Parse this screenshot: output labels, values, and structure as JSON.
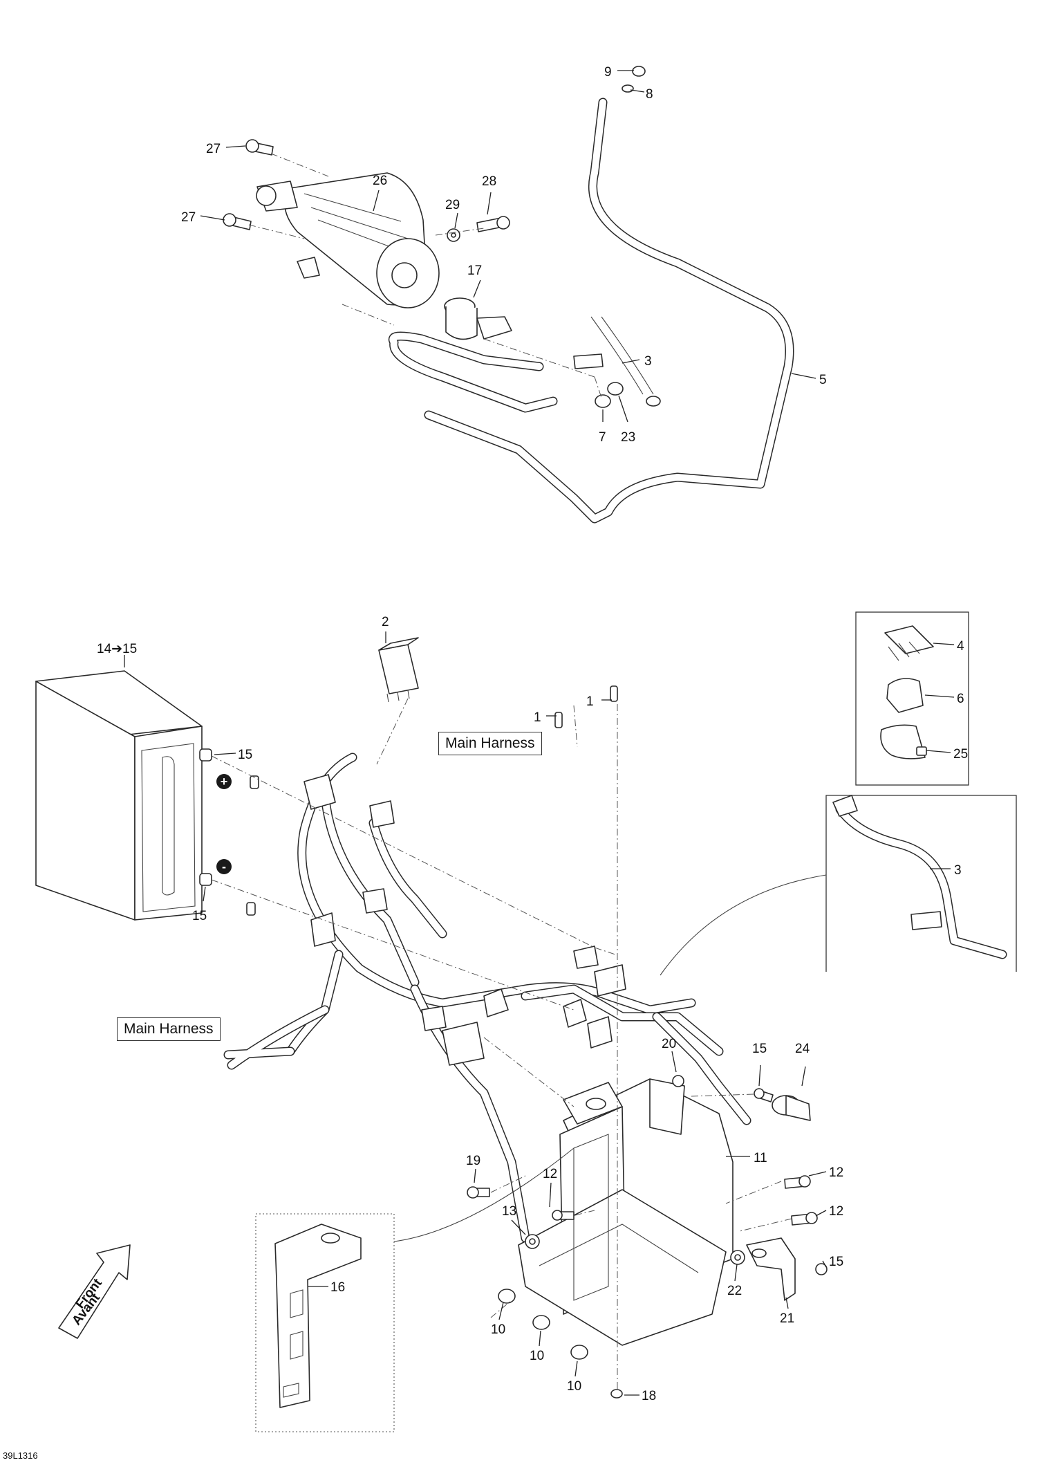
{
  "drawing_code": "39L1316",
  "harness_labels": [
    "Main Harness",
    "Main Harness"
  ],
  "direction_arrow": {
    "line1": "Front",
    "line2": "Avant"
  },
  "battery_reference": "14➔15",
  "battery_terminals": {
    "positive": "+",
    "negative": "-"
  },
  "callouts": {
    "c9": "9",
    "c8": "8",
    "c27a": "27",
    "c27b": "27",
    "c26": "26",
    "c28": "28",
    "c29": "29",
    "c17": "17",
    "c3a": "3",
    "c5": "5",
    "c7": "7",
    "c23": "23",
    "c2": "2",
    "c15a": "15",
    "c15b": "15",
    "c4": "4",
    "c6": "6",
    "c25": "25",
    "c3b": "3",
    "c1a": "1",
    "c1b": "1",
    "c20": "20",
    "c15c": "15",
    "c24": "24",
    "c11": "11",
    "c19": "19",
    "c12a": "12",
    "c13": "13",
    "c12b": "12",
    "c12c": "12",
    "c15d": "15",
    "c16": "16",
    "c22": "22",
    "c21": "21",
    "c10a": "10",
    "c10b": "10",
    "c10c": "10",
    "c18": "18"
  }
}
